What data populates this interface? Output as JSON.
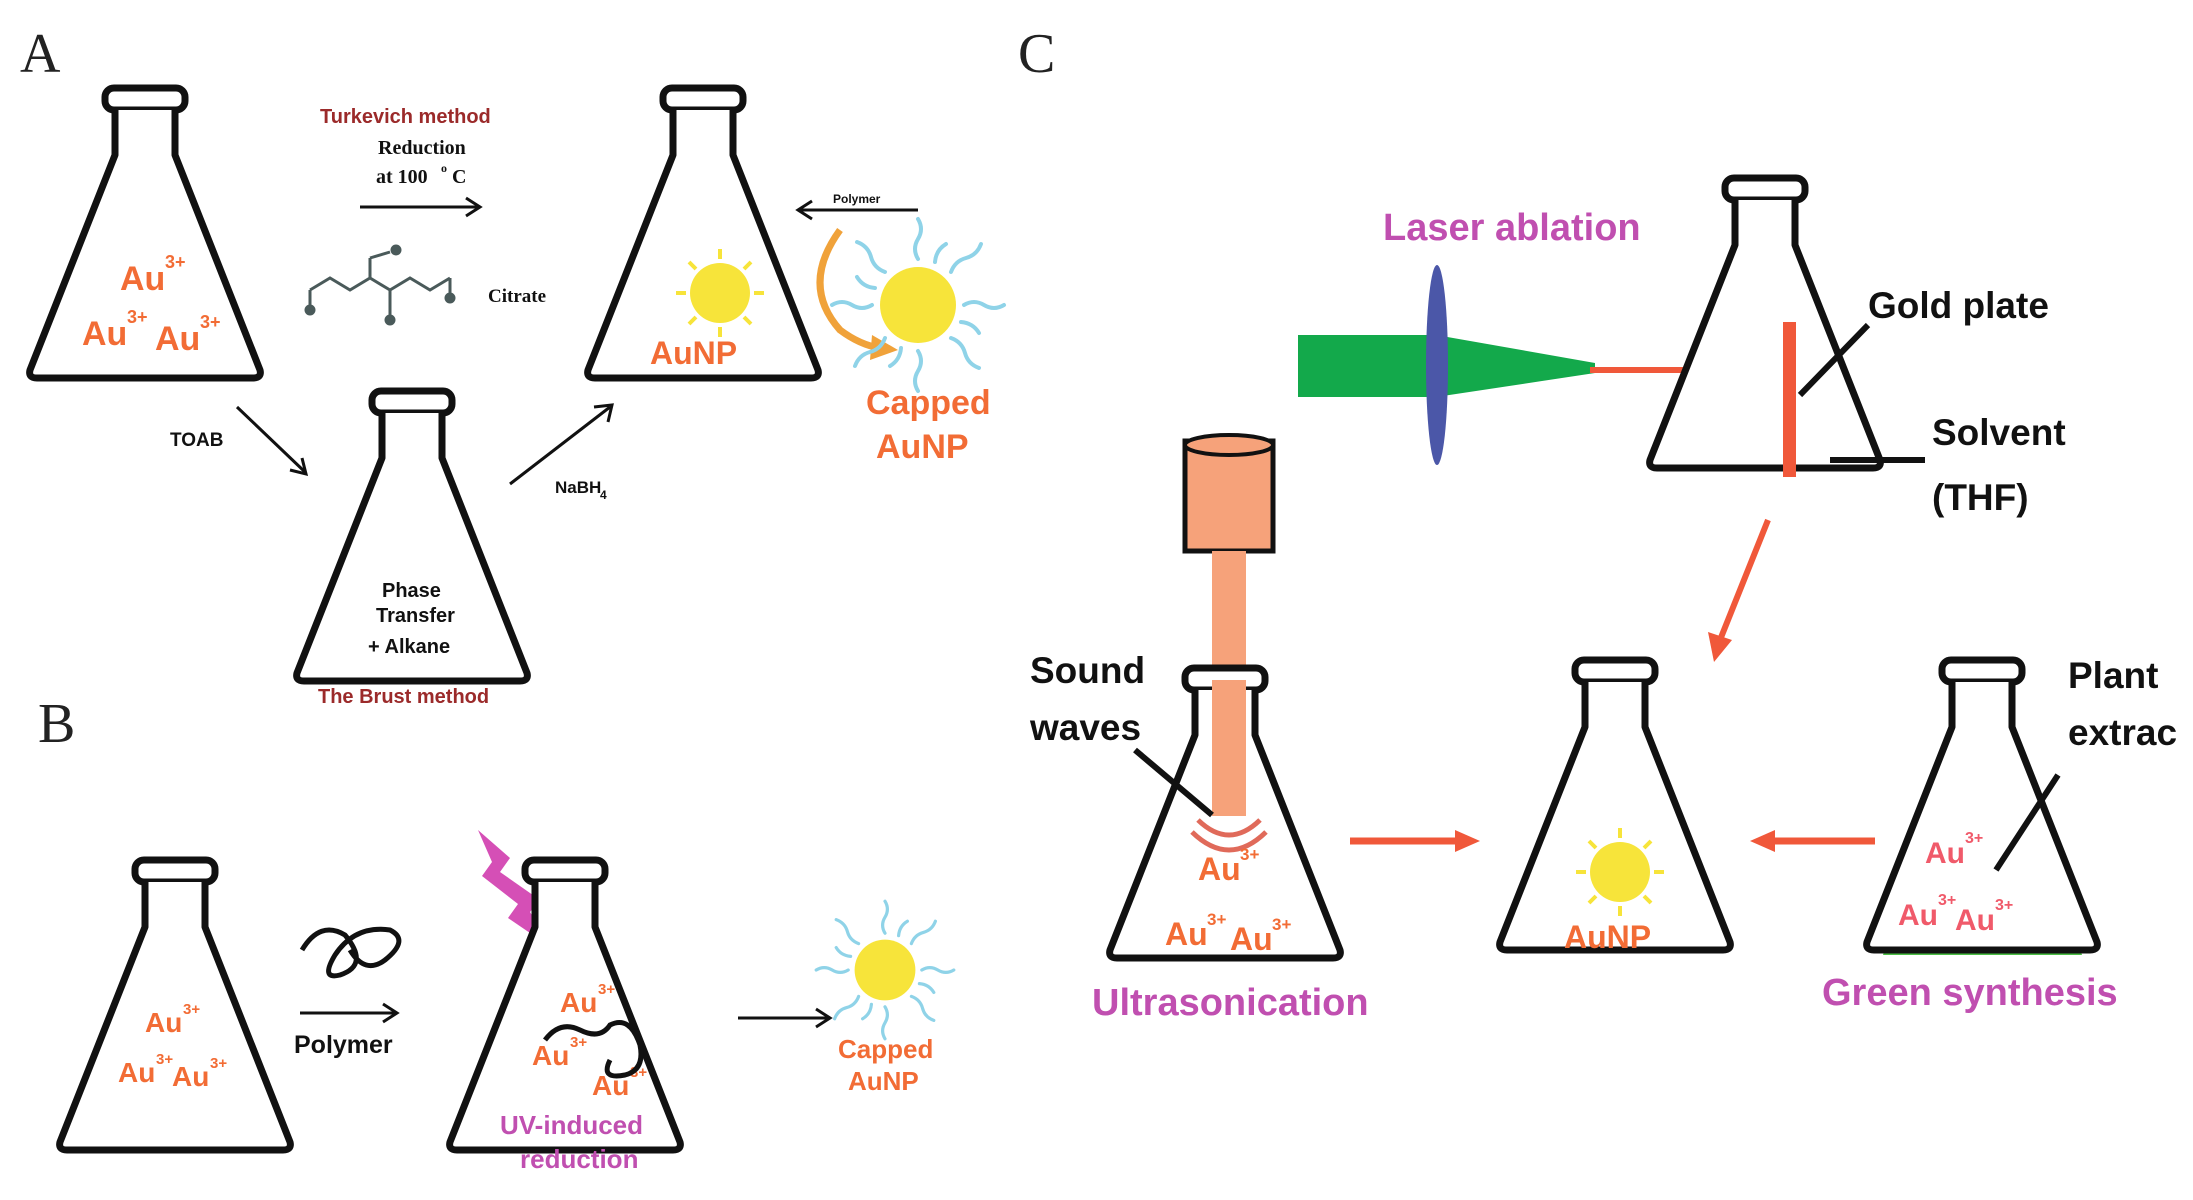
{
  "panels": {
    "a": "A",
    "b": "B",
    "c": "C"
  },
  "ions": {
    "au": "Au",
    "charge": "3+"
  },
  "a": {
    "turkevich": "Turkevich method",
    "reduction": "Reduction",
    "temp": "at 100",
    "deg": "o",
    "celsius": "C",
    "citrate": "Citrate",
    "polymer": "Polymer",
    "aunp": "AuNP",
    "capped1": "Capped",
    "capped2": "AuNP",
    "toab": "TOAB",
    "nabh": "NaBH",
    "nabh_sub": "4",
    "phase1": "Phase",
    "phase2": "Transfer",
    "alkane": "+ Alkane",
    "brust": "The Brust method"
  },
  "b": {
    "polymer": "Polymer",
    "uv1": "UV-induced",
    "uv2": "reduction",
    "capped1": "Capped",
    "capped2": "AuNP"
  },
  "c": {
    "laser": "Laser ablation",
    "gold_plate": "Gold plate",
    "solvent1": "Solvent",
    "solvent2": "(THF)",
    "sound1": "Sound",
    "sound2": "waves",
    "ultrasonication": "Ultrasonication",
    "aunp": "AuNP",
    "plant1": "Plant",
    "plant2": "extrac",
    "green": "Green synthesis"
  },
  "colors": {
    "au_text": "#f26c35",
    "sun": "#f7e43a",
    "ray": "#8fd3e8",
    "laser_beam": "#13a94b",
    "lens": "#4b57a8",
    "arrow_red": "#f0583a",
    "pink": "#c04fb0",
    "dark_red": "#9b2a2a",
    "green_solution": "#4cbe45",
    "transducer": "#f6a27a"
  }
}
